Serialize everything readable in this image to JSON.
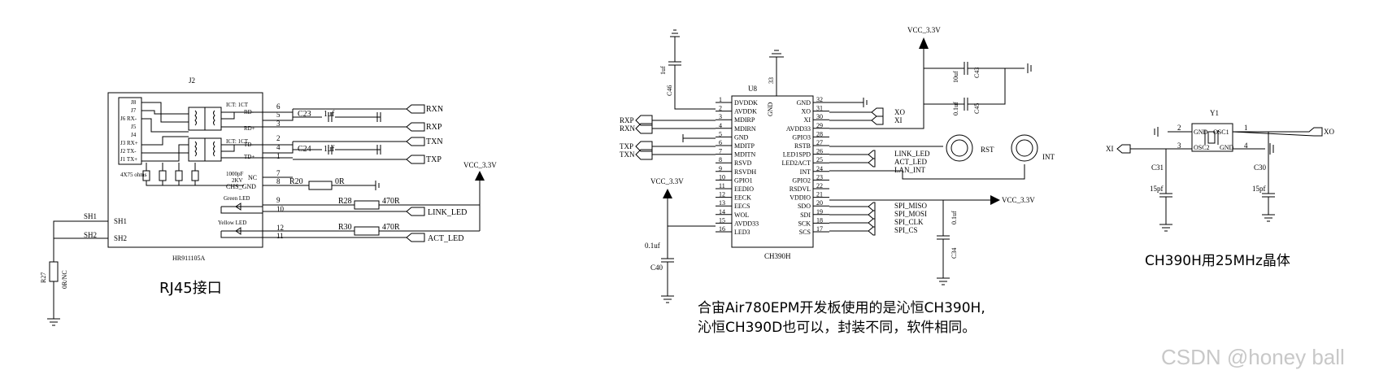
{
  "rj45": {
    "ref": "J2",
    "part": "HR911105A",
    "caption": "RJ45接口",
    "inner_pins": [
      "J8",
      "J7",
      "J6 RX-",
      "J5",
      "J4",
      "J3 RX+",
      "J2 TX-",
      "J1 TX+"
    ],
    "ict1": "ICT: 1CT",
    "ict2": "ICT: 1CT",
    "pin_names": [
      "RD-",
      "RD+",
      "TD-",
      "TD+"
    ],
    "ohms": "4X75 ohms",
    "cap_note": [
      "1000pF",
      "2KV"
    ],
    "nc": "NC",
    "chs_gnd": "CHS_GND",
    "green_led": "Green LED",
    "yellow_led": "Yellow LED",
    "sh1": "SH1",
    "sh2": "SH2",
    "pins": [
      "6",
      "5",
      "3",
      "2",
      "4",
      "1",
      "7",
      "8",
      "9",
      "10",
      "12",
      "11"
    ],
    "c23": "C23",
    "c24": "C24",
    "c_val": "1uf",
    "r20": "R20",
    "r20_val": "0R",
    "r28": "R28",
    "r30": "R30",
    "r_val": "470R",
    "r27": "R27",
    "r27_val": "0R/NC",
    "nets": [
      "RXN",
      "RXP",
      "TXN",
      "TXP",
      "LINK_LED",
      "ACT_LED"
    ],
    "vcc": "VCC_3.3V"
  },
  "ch390": {
    "ref": "U8",
    "part": "CH390H",
    "gnd_top": "GND",
    "gnd_num": "33",
    "left_pins": [
      {
        "num": "1",
        "name": "DVDDK"
      },
      {
        "num": "2",
        "name": "AVDDK"
      },
      {
        "num": "3",
        "name": "MDIRP"
      },
      {
        "num": "4",
        "name": "MDIRN"
      },
      {
        "num": "5",
        "name": "GND"
      },
      {
        "num": "6",
        "name": "MDITP"
      },
      {
        "num": "7",
        "name": "MDITN"
      },
      {
        "num": "8",
        "name": "RSVD"
      },
      {
        "num": "9",
        "name": "RSVDH"
      },
      {
        "num": "10",
        "name": "GPIO1"
      },
      {
        "num": "11",
        "name": "EEDIO"
      },
      {
        "num": "12",
        "name": "EECK"
      },
      {
        "num": "13",
        "name": "EECS"
      },
      {
        "num": "14",
        "name": "WOL"
      },
      {
        "num": "15",
        "name": "AVDD33"
      },
      {
        "num": "16",
        "name": "LED3"
      }
    ],
    "right_pins": [
      {
        "num": "32",
        "name": "GND"
      },
      {
        "num": "31",
        "name": "XO"
      },
      {
        "num": "30",
        "name": "XI"
      },
      {
        "num": "29",
        "name": "AVDD33"
      },
      {
        "num": "28",
        "name": "GPIO3"
      },
      {
        "num": "27",
        "name": "RSTB"
      },
      {
        "num": "26",
        "name": "LED1SPD"
      },
      {
        "num": "25",
        "name": "LED2ACT"
      },
      {
        "num": "24",
        "name": "INT"
      },
      {
        "num": "23",
        "name": "GPIO2"
      },
      {
        "num": "22",
        "name": "RSDVL"
      },
      {
        "num": "21",
        "name": "VDDIO"
      },
      {
        "num": "20",
        "name": "SDO"
      },
      {
        "num": "19",
        "name": "SDI"
      },
      {
        "num": "18",
        "name": "SCK"
      },
      {
        "num": "17",
        "name": "SCS"
      }
    ],
    "left_nets": [
      "RXP",
      "RXN",
      "TXP",
      "TXN"
    ],
    "right_nets": [
      "XO",
      "XI",
      "LINK_LED",
      "ACT_LED",
      "LAN_INT",
      "SPI_MISO",
      "SPI_MOSI",
      "SPI_CLK",
      "SPI_CS"
    ],
    "c46": "C46",
    "c46_val": "1uf",
    "c43": "C43",
    "c43_val": "10uf",
    "c45": "C45",
    "c45_val": "0.1uf",
    "c40": "C40",
    "c40_val": "0.1uf",
    "c34": "C34",
    "c34_val": "0.1uf",
    "rst": "RST",
    "int": "INT",
    "vcc": "VCC_3.3V",
    "note": [
      "合宙Air780EPM开发板使用的是沁恒CH390H,",
      "沁恒CH390D也可以，封装不同，软件相同。"
    ]
  },
  "crystal": {
    "ref": "Y1",
    "xi": "XI",
    "xo": "XO",
    "c31": "C31",
    "c30": "C30",
    "cap_val": "15pf",
    "pin_labels": [
      "GND",
      "OSC1",
      "OSC2",
      "GND"
    ],
    "pins": [
      "2",
      "1",
      "3",
      "4"
    ],
    "caption": "CH390H用25MHz晶体"
  },
  "watermark": "CSDN @honey ball"
}
